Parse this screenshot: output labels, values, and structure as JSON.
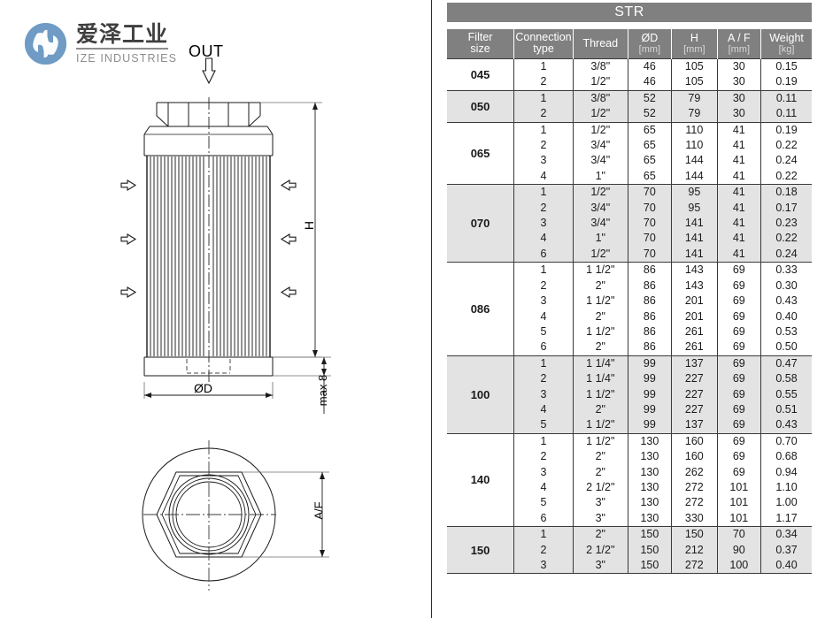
{
  "brand": {
    "logo_icon": "ize-circle-wrench-logo",
    "name_cn": "爱泽工业",
    "name_en": "IZE INDUSTRIES",
    "logo_color": "#6f9bc4"
  },
  "drawing": {
    "flow_label": "OUT",
    "flow_arrow_icon": "arrow-up-outline-icon",
    "inlet_arrow_icon": "arrow-inward-outline-icon",
    "height_label": "H",
    "diameter_label": "ØD",
    "clearance_label": "max 8",
    "across_flats_label": "A/F"
  },
  "table": {
    "title": "STR",
    "title_bg": "#808080",
    "header_bg": "#808080",
    "band_color": "#e3e3e3",
    "columns": [
      {
        "label": "Filter\nsize",
        "line1": "Filter",
        "line2": "size",
        "unit": ""
      },
      {
        "label": "Connection type",
        "line1": "Connection",
        "line2": "type",
        "unit": ""
      },
      {
        "label": "Thread",
        "line1": "Thread",
        "line2": "",
        "unit": ""
      },
      {
        "label": "ØD",
        "line1": "ØD",
        "line2": "",
        "unit": "[mm]"
      },
      {
        "label": "H",
        "line1": "H",
        "line2": "",
        "unit": "[mm]"
      },
      {
        "label": "A / F",
        "line1": "A / F",
        "line2": "",
        "unit": "[mm]"
      },
      {
        "label": "Weight",
        "line1": "Weight",
        "line2": "",
        "unit": "[kg]"
      }
    ],
    "groups": [
      {
        "filter_size": "045",
        "shaded": false,
        "rows": [
          {
            "connection_type": "1",
            "thread": "3/8\"",
            "od": "46",
            "h": "105",
            "af": "30",
            "weight": "0.15"
          },
          {
            "connection_type": "2",
            "thread": "1/2\"",
            "od": "46",
            "h": "105",
            "af": "30",
            "weight": "0.19"
          }
        ]
      },
      {
        "filter_size": "050",
        "shaded": true,
        "rows": [
          {
            "connection_type": "1",
            "thread": "3/8\"",
            "od": "52",
            "h": "79",
            "af": "30",
            "weight": "0.11"
          },
          {
            "connection_type": "2",
            "thread": "1/2\"",
            "od": "52",
            "h": "79",
            "af": "30",
            "weight": "0.11"
          }
        ]
      },
      {
        "filter_size": "065",
        "shaded": false,
        "rows": [
          {
            "connection_type": "1",
            "thread": "1/2\"",
            "od": "65",
            "h": "110",
            "af": "41",
            "weight": "0.19"
          },
          {
            "connection_type": "2",
            "thread": "3/4\"",
            "od": "65",
            "h": "110",
            "af": "41",
            "weight": "0.22"
          },
          {
            "connection_type": "3",
            "thread": "3/4\"",
            "od": "65",
            "h": "144",
            "af": "41",
            "weight": "0.24"
          },
          {
            "connection_type": "4",
            "thread": "1\"",
            "od": "65",
            "h": "144",
            "af": "41",
            "weight": "0.22"
          }
        ]
      },
      {
        "filter_size": "070",
        "shaded": true,
        "rows": [
          {
            "connection_type": "1",
            "thread": "1/2\"",
            "od": "70",
            "h": "95",
            "af": "41",
            "weight": "0.18"
          },
          {
            "connection_type": "2",
            "thread": "3/4\"",
            "od": "70",
            "h": "95",
            "af": "41",
            "weight": "0.17"
          },
          {
            "connection_type": "3",
            "thread": "3/4\"",
            "od": "70",
            "h": "141",
            "af": "41",
            "weight": "0.23"
          },
          {
            "connection_type": "4",
            "thread": "1\"",
            "od": "70",
            "h": "141",
            "af": "41",
            "weight": "0.22"
          },
          {
            "connection_type": "6",
            "thread": "1/2\"",
            "od": "70",
            "h": "141",
            "af": "41",
            "weight": "0.24"
          }
        ]
      },
      {
        "filter_size": "086",
        "shaded": false,
        "rows": [
          {
            "connection_type": "1",
            "thread": "1 1/2\"",
            "od": "86",
            "h": "143",
            "af": "69",
            "weight": "0.33"
          },
          {
            "connection_type": "2",
            "thread": "2\"",
            "od": "86",
            "h": "143",
            "af": "69",
            "weight": "0.30"
          },
          {
            "connection_type": "3",
            "thread": "1 1/2\"",
            "od": "86",
            "h": "201",
            "af": "69",
            "weight": "0.43"
          },
          {
            "connection_type": "4",
            "thread": "2\"",
            "od": "86",
            "h": "201",
            "af": "69",
            "weight": "0.40"
          },
          {
            "connection_type": "5",
            "thread": "1 1/2\"",
            "od": "86",
            "h": "261",
            "af": "69",
            "weight": "0.53"
          },
          {
            "connection_type": "6",
            "thread": "2\"",
            "od": "86",
            "h": "261",
            "af": "69",
            "weight": "0.50"
          }
        ]
      },
      {
        "filter_size": "100",
        "shaded": true,
        "rows": [
          {
            "connection_type": "1",
            "thread": "1 1/4\"",
            "od": "99",
            "h": "137",
            "af": "69",
            "weight": "0.47"
          },
          {
            "connection_type": "2",
            "thread": "1 1/4\"",
            "od": "99",
            "h": "227",
            "af": "69",
            "weight": "0.58"
          },
          {
            "connection_type": "3",
            "thread": "1 1/2\"",
            "od": "99",
            "h": "227",
            "af": "69",
            "weight": "0.55"
          },
          {
            "connection_type": "4",
            "thread": "2\"",
            "od": "99",
            "h": "227",
            "af": "69",
            "weight": "0.51"
          },
          {
            "connection_type": "5",
            "thread": "1 1/2\"",
            "od": "99",
            "h": "137",
            "af": "69",
            "weight": "0.43"
          }
        ]
      },
      {
        "filter_size": "140",
        "shaded": false,
        "rows": [
          {
            "connection_type": "1",
            "thread": "1 1/2\"",
            "od": "130",
            "h": "160",
            "af": "69",
            "weight": "0.70"
          },
          {
            "connection_type": "2",
            "thread": "2\"",
            "od": "130",
            "h": "160",
            "af": "69",
            "weight": "0.68"
          },
          {
            "connection_type": "3",
            "thread": "2\"",
            "od": "130",
            "h": "262",
            "af": "69",
            "weight": "0.94"
          },
          {
            "connection_type": "4",
            "thread": "2 1/2\"",
            "od": "130",
            "h": "272",
            "af": "101",
            "weight": "1.10"
          },
          {
            "connection_type": "5",
            "thread": "3\"",
            "od": "130",
            "h": "272",
            "af": "101",
            "weight": "1.00"
          },
          {
            "connection_type": "6",
            "thread": "3\"",
            "od": "130",
            "h": "330",
            "af": "101",
            "weight": "1.17"
          }
        ]
      },
      {
        "filter_size": "150",
        "shaded": true,
        "rows": [
          {
            "connection_type": "1",
            "thread": "2\"",
            "od": "150",
            "h": "150",
            "af": "70",
            "weight": "0.34"
          },
          {
            "connection_type": "2",
            "thread": "2 1/2\"",
            "od": "150",
            "h": "212",
            "af": "90",
            "weight": "0.37"
          },
          {
            "connection_type": "3",
            "thread": "3\"",
            "od": "150",
            "h": "272",
            "af": "100",
            "weight": "0.40"
          }
        ]
      }
    ]
  }
}
